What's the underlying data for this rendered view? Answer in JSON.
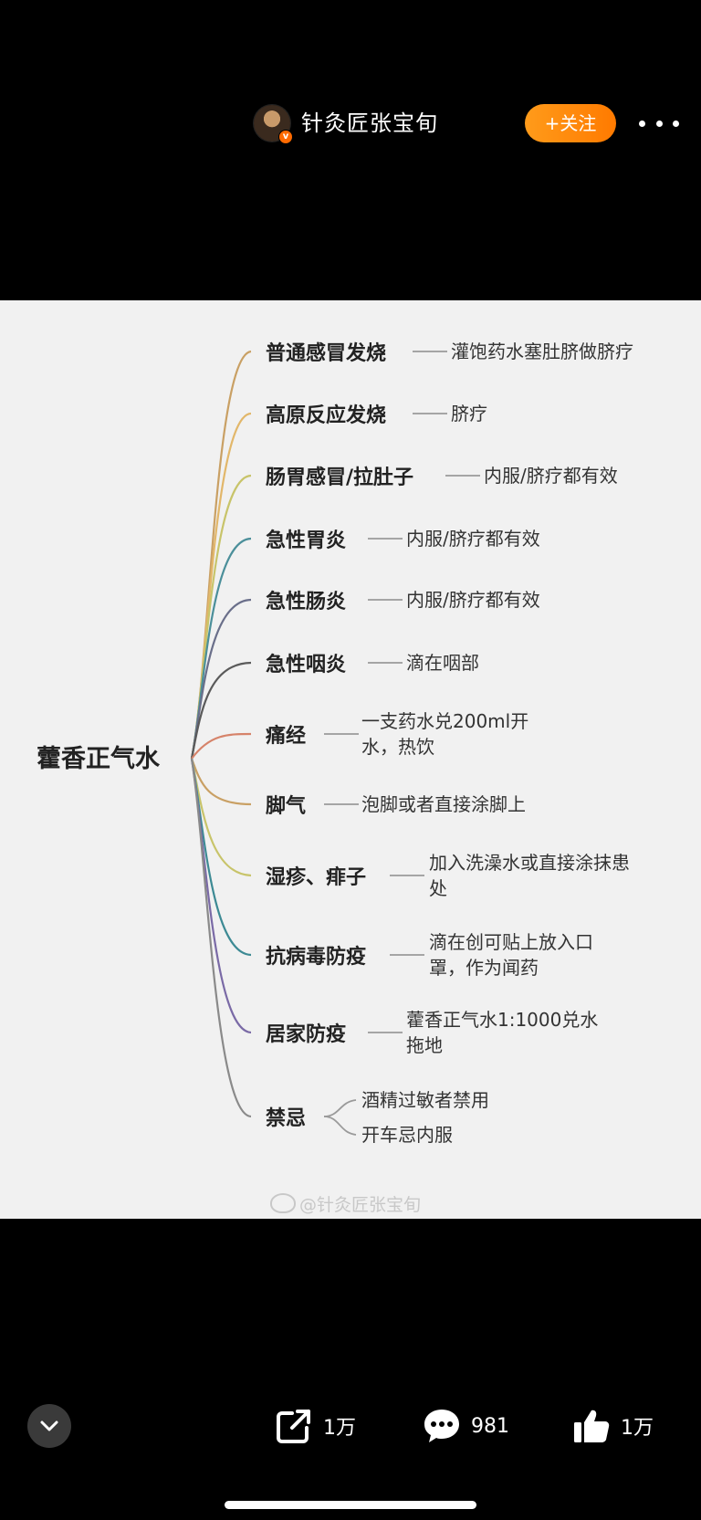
{
  "header": {
    "username": "针灸匠张宝旬",
    "verified_badge": "v",
    "follow_label": "+关注",
    "more_icon": "more-dots-icon"
  },
  "mindmap": {
    "root": "藿香正气水",
    "branches": [
      {
        "title": "普通感冒发烧",
        "desc": "灌饱药水塞肚脐做脐疗"
      },
      {
        "title": "高原反应发烧",
        "desc": "脐疗"
      },
      {
        "title": "肠胃感冒/拉肚子",
        "desc": "内服/脐疗都有效"
      },
      {
        "title": "急性胃炎",
        "desc": "内服/脐疗都有效"
      },
      {
        "title": "急性肠炎",
        "desc": "内服/脐疗都有效"
      },
      {
        "title": "急性咽炎",
        "desc": "滴在咽部"
      },
      {
        "title": "痛经",
        "desc": "一支药水兑200ml开水，热饮"
      },
      {
        "title": "脚气",
        "desc": "泡脚或者直接涂脚上"
      },
      {
        "title": "湿疹、痱子",
        "desc": "加入洗澡水或直接涂抹患处"
      },
      {
        "title": "抗病毒防疫",
        "desc": "滴在创可贴上放入口罩，作为闻药"
      },
      {
        "title": "居家防疫",
        "desc": "藿香正气水1:1000兑水拖地"
      },
      {
        "title": "禁忌",
        "desc_items": [
          "酒精过敏者禁用",
          "开车忌内服"
        ]
      }
    ],
    "watermark": "@针灸匠张宝旬"
  },
  "actions": {
    "share_count": "1万",
    "comment_count": "981",
    "like_count": "1万"
  },
  "colors": {
    "follow_button": "#ff8a00",
    "background": "#000000",
    "card": "#f1f1f1"
  }
}
